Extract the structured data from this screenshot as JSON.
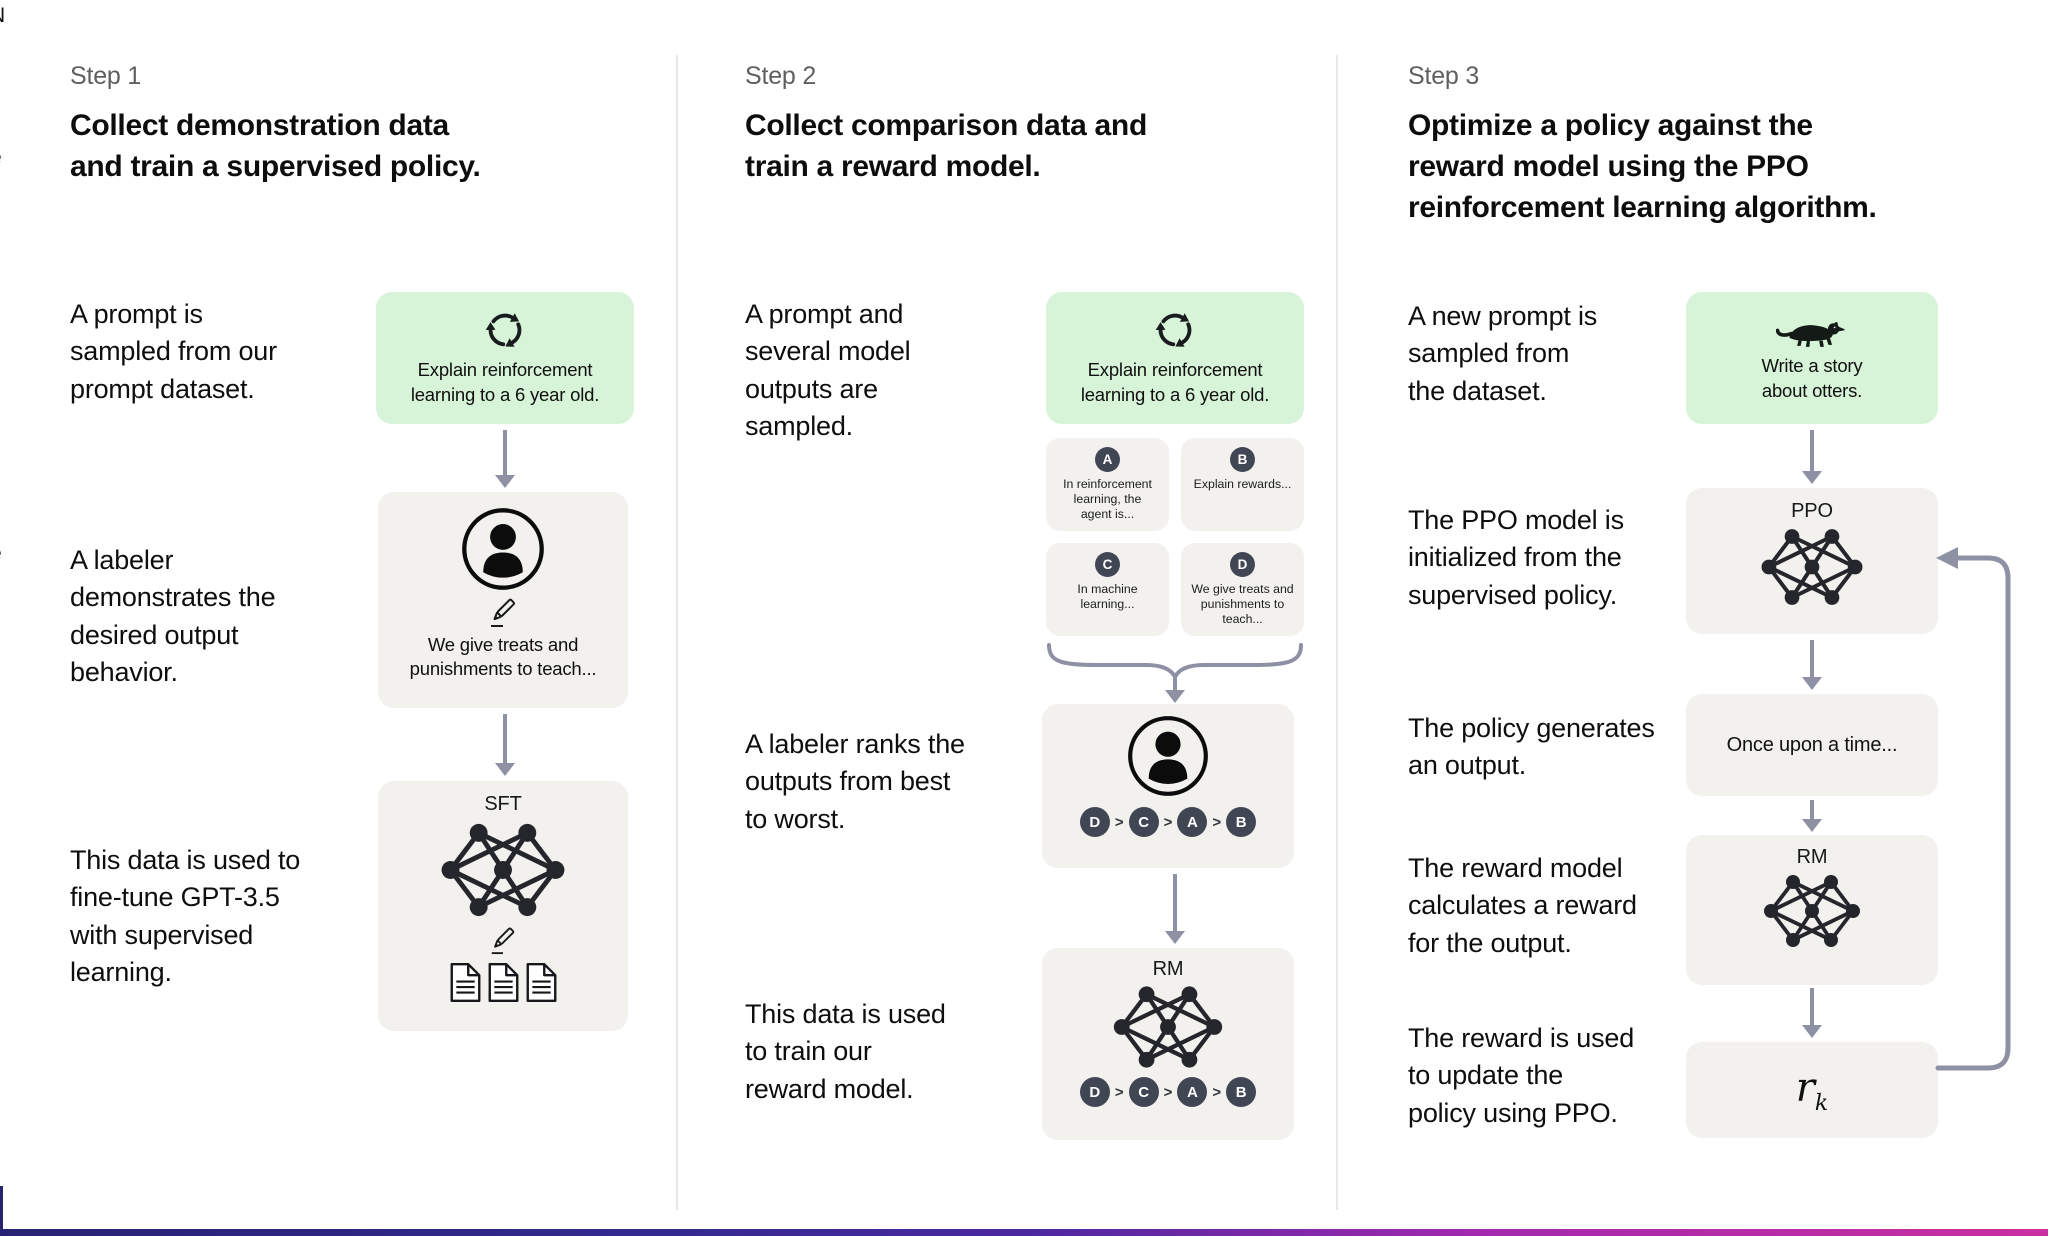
{
  "page": {
    "edge_fragments": [
      "N",
      "e",
      "t",
      "•",
      "-",
      "e"
    ],
    "colors": {
      "prompt_box_bg": "#d7f4d8",
      "model_box_bg": "#f2f1ee",
      "badge_bg": "#404653",
      "arrow": "#8e90a3",
      "divider": "#e8e8e8",
      "bottom_bar_gradient": [
        "#262273",
        "#4b28a0",
        "#a229ae",
        "#cb2f9f"
      ]
    },
    "icons": {
      "prompt_sampling": "cycle-arrows-icon",
      "labeler": "person-icon",
      "annotation": "pencil-icon",
      "documents": "document-icon",
      "neural_network": "neural-net-icon",
      "otter": "otter-icon"
    }
  },
  "step1": {
    "label": "Step 1",
    "title": "Collect demonstration data\nand train a supervised policy.",
    "caption_prompt": "A prompt is\nsampled from our\nprompt dataset.",
    "caption_labeler": "A labeler\ndemonstrates the\ndesired output\nbehavior.",
    "caption_sft": "This data is used to\nfine-tune GPT-3.5\nwith supervised\nlearning.",
    "prompt_box_text": "Explain reinforcement\nlearning to a 6 year old.",
    "labeler_box_text": "We give treats and\npunishments to teach...",
    "sft_label": "SFT"
  },
  "step2": {
    "label": "Step 2",
    "title": "Collect comparison data and\ntrain a reward model.",
    "caption_prompt": "A prompt and\nseveral model\noutputs are\nsampled.",
    "caption_rank": "A labeler ranks the\noutputs from best\nto worst.",
    "caption_rm": "This data is used\nto train our\nreward model.",
    "prompt_box_text": "Explain reinforcement\nlearning to a 6 year old.",
    "outputs": [
      {
        "letter": "A",
        "text": "In reinforcement\nlearning, the\nagent is..."
      },
      {
        "letter": "B",
        "text": "Explain rewards..."
      },
      {
        "letter": "C",
        "text": "In machine\nlearning..."
      },
      {
        "letter": "D",
        "text": "We give treats and\npunishments to\nteach..."
      }
    ],
    "ranking": [
      "D",
      "C",
      "A",
      "B"
    ],
    "rank_separator": ">",
    "rm_label": "RM"
  },
  "step3": {
    "label": "Step 3",
    "title": "Optimize a policy against the\nreward model using the PPO\nreinforcement learning algorithm.",
    "caption_prompt": "A new prompt is\nsampled from\nthe dataset.",
    "caption_ppo": "The PPO model is\ninitialized from the\nsupervised policy.",
    "caption_output": "The policy generates\nan output.",
    "caption_rm": "The reward model\ncalculates a reward\nfor the output.",
    "caption_reward": "The reward is used\nto update the\npolicy using PPO.",
    "prompt_box_text": "Write a story\nabout otters.",
    "ppo_label": "PPO",
    "output_box_text": "Once upon a time...",
    "rm_label": "RM",
    "reward_symbol": "r",
    "reward_subscript": "k"
  }
}
